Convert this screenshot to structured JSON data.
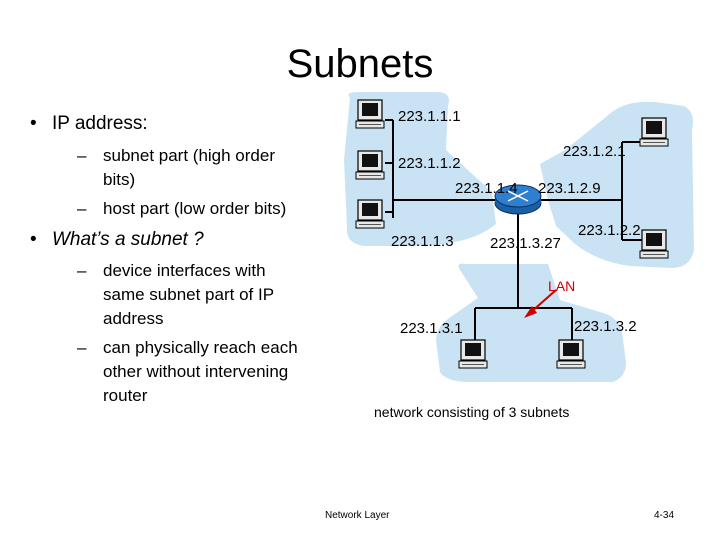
{
  "title": "Subnets",
  "bullets": {
    "b1": "IP address:",
    "b1_sub1": "subnet part (high order bits)",
    "b1_sub2": "host part (low order bits)",
    "b2": "What’s a subnet ?",
    "b2_sub1": "device interfaces with same subnet part of IP address",
    "b2_sub2": "can physically reach each other without intervening router"
  },
  "addresses": {
    "h1": "223.1.1.1",
    "h2": "223.1.1.2",
    "h3": "223.1.1.3",
    "r1": "223.1.1.4",
    "r2": "223.1.2.9",
    "r3": "223.1.3.27",
    "h4": "223.1.2.1",
    "h5": "223.1.2.2",
    "h6": "223.1.3.1",
    "h7": "223.1.3.2"
  },
  "lan_label": "LAN",
  "caption": "network consisting of 3 subnets",
  "footer": {
    "left": "Network Layer",
    "right": "4-34"
  },
  "colors": {
    "subnet_fill": "#c9e3f4",
    "router": "#1a5fa8",
    "lan_arrow": "#cc0000"
  }
}
